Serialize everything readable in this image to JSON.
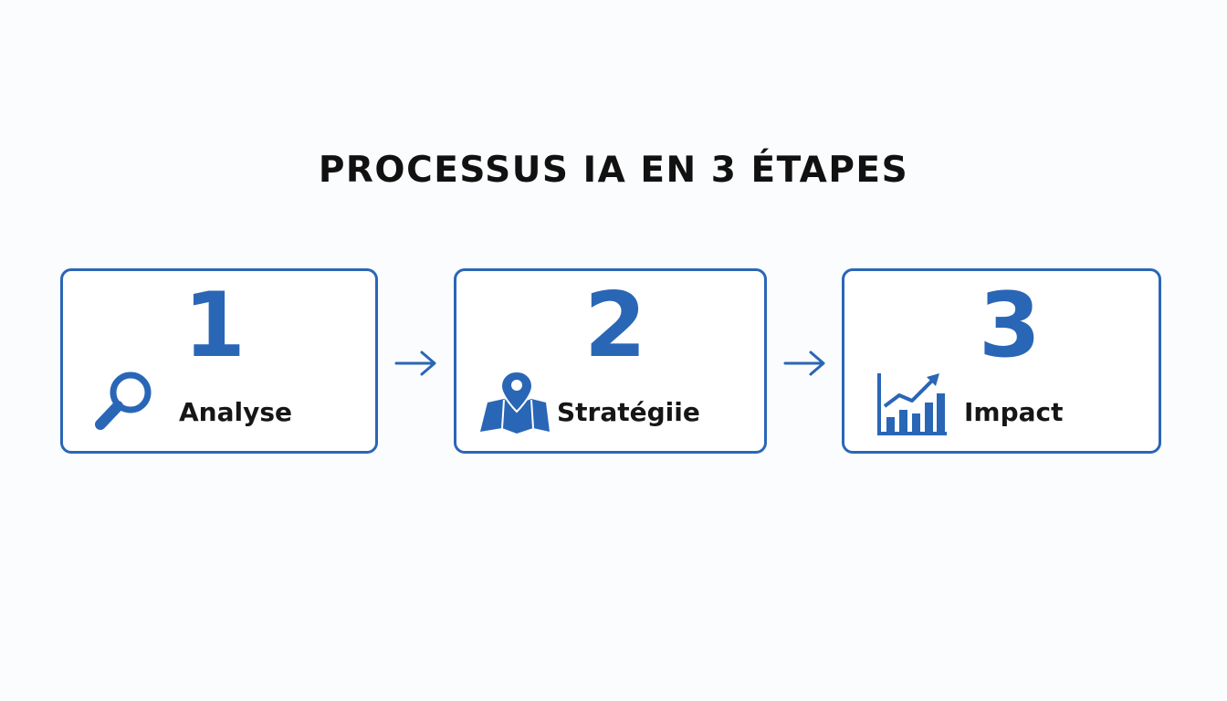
{
  "title": "PROCESSUS IA EN 3 ÉTAPES",
  "accent_color": "#2a66b6",
  "steps": [
    {
      "number": "1",
      "label": "Analyse",
      "icon": "magnifier-icon"
    },
    {
      "number": "2",
      "label": "Stratégiie",
      "icon": "map-pin-icon"
    },
    {
      "number": "3",
      "label": "Impact",
      "icon": "growth-chart-icon"
    }
  ],
  "connectors": [
    "arrow-right-icon",
    "arrow-right-icon"
  ]
}
